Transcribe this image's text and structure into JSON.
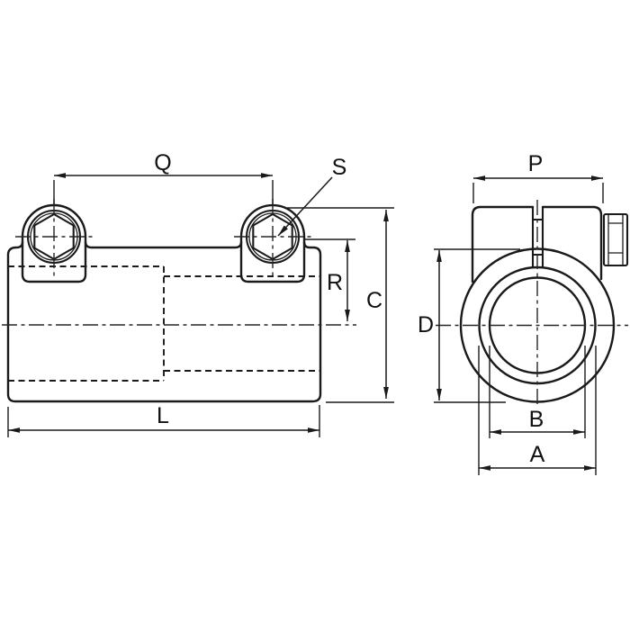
{
  "drawing": {
    "background_color": "#ffffff",
    "line_color": "#1a1a1a",
    "labels": {
      "Q": "Q",
      "S": "S",
      "R": "R",
      "C": "C",
      "L": "L",
      "P": "P",
      "D": "D",
      "B": "B",
      "A": "A"
    }
  }
}
